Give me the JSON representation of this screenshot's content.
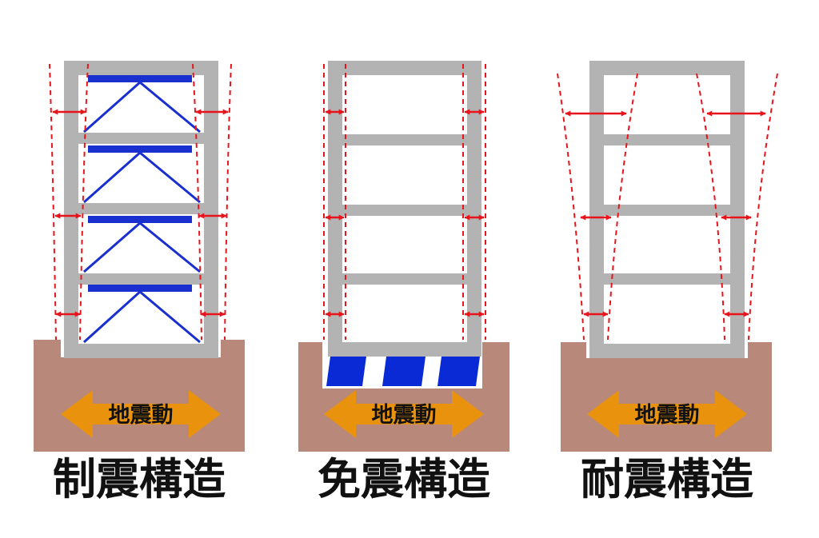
{
  "colors": {
    "frame": "#b3b3b3",
    "ground": "#b8897a",
    "ground_arrow": "#e8920e",
    "brace": "#1a2fd0",
    "isolator": "#0a2ad6",
    "deform_line": "#e8141b",
    "caption_text": "#111111"
  },
  "panels": [
    {
      "caption": "制震構造",
      "ground_motion_label": "地震動",
      "structure": "damped"
    },
    {
      "caption": "免震構造",
      "ground_motion_label": "地震動",
      "structure": "isolated"
    },
    {
      "caption": "耐震構造",
      "ground_motion_label": "地震動",
      "structure": "rigid"
    }
  ]
}
